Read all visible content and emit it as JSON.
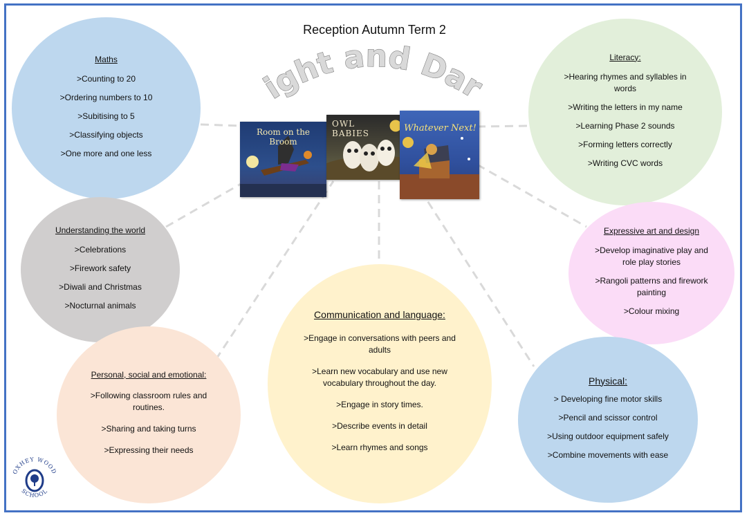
{
  "header": {
    "term": "Reception Autumn Term 2",
    "topic": "Light and Dark"
  },
  "books": [
    {
      "title": "Room on the Broom"
    },
    {
      "title": "OWL BABIES"
    },
    {
      "title": "Whatever Next!"
    }
  ],
  "maths": {
    "heading": "Maths",
    "items": [
      ">Counting to 20",
      ">Ordering numbers to 10",
      ">Subitising to 5",
      ">Classifying objects",
      ">One more and one less"
    ]
  },
  "literacy": {
    "heading": "Literacy:",
    "items": [
      ">Hearing rhymes and syllables in words",
      ">Writing the letters in my name",
      ">Learning Phase 2 sounds",
      ">Forming letters correctly",
      ">Writing CVC words"
    ]
  },
  "world": {
    "heading": "Understanding the world",
    "items": [
      ">Celebrations",
      ">Firework safety",
      ">Diwali and Christmas",
      ">Nocturnal animals"
    ]
  },
  "expressive": {
    "heading": "Expressive art and design",
    "items": [
      ">Develop imaginative play and role play stories",
      ">Rangoli patterns and firework painting",
      ">Colour mixing"
    ]
  },
  "personal": {
    "heading": "Personal, social and emotional:",
    "items": [
      ">Following classroom rules and routines.",
      ">Sharing and taking turns",
      ">Expressing their needs"
    ]
  },
  "communication": {
    "heading": "Communication and language:",
    "items": [
      ">Engage in conversations with peers and adults",
      ">Learn new vocabulary and use new vocabulary throughout the day.",
      ">Engage in story times.",
      ">Describe events in detail",
      ">Learn rhymes and songs"
    ]
  },
  "physical": {
    "heading": "Physical:",
    "items": [
      "> Developing fine motor skills",
      ">Pencil and scissor control",
      ">Using outdoor equipment safely",
      ">Combine movements with ease"
    ]
  },
  "logo": {
    "text_top": "OXHEY WOOD",
    "text_bottom": "SCHOOL"
  },
  "colors": {
    "frame": "#4472c4",
    "maths": "#bdd7ee",
    "literacy": "#e2efda",
    "world": "#d0cece",
    "expressive": "#fbdcf7",
    "personal": "#fbe5d6",
    "communication": "#fff2cc",
    "physical": "#bdd7ee",
    "logo": "#1f3c88"
  }
}
